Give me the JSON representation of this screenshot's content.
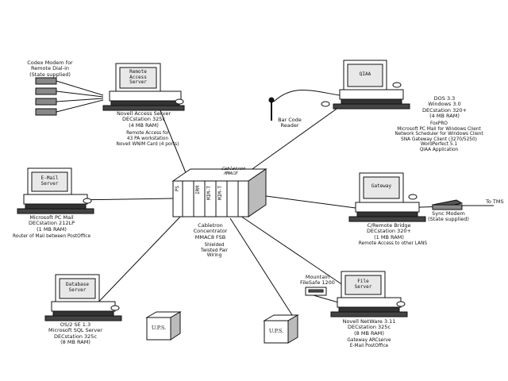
{
  "nodes": {
    "access_server": {
      "screen": [
        "Remote",
        "Access",
        "Server"
      ],
      "lines": [
        "Novell Access Server",
        "DECstation 325c",
        "(4 MB RAM)"
      ],
      "note": [
        "Remote Access for",
        "43 PA workstation",
        "Novell WNIM Card (4 ports)"
      ]
    },
    "codex": {
      "lines": [
        "Codex Modem for",
        "Remote Dial-in",
        "(State supplied)"
      ]
    },
    "bar_code": {
      "lines": [
        "Bar Code",
        "Reader"
      ]
    },
    "qiaa": {
      "screen": [
        "QIAA"
      ],
      "lines": [
        "DOS 3.3",
        "Windows 3.0",
        "DECstation 320+",
        "(4 MB RAM)"
      ],
      "software": [
        "FoxPRO",
        "Microsoft PC Mail for Windows Client",
        "Network Scheduler for Windows Client",
        "SNA Gateway Client (3270/5250)",
        "WordPerfect 5.1",
        "QIAA Application"
      ]
    },
    "mail_server": {
      "screen": [
        "E-Mail",
        "Server"
      ],
      "lines": [
        "Microsoft PC Mail",
        "DECstation 212LP",
        "(1 MB RAM)"
      ],
      "note": [
        "Router of Mail between PostOffice"
      ]
    },
    "concentrator": {
      "top_label": [
        "Cabletron",
        "MMAC8"
      ],
      "modules": [
        "PS",
        "IRM",
        "MIM-T",
        "MIM-T"
      ],
      "lines": [
        "Cabletron",
        "Concentrator",
        "MMAC8 FSB"
      ],
      "note": [
        "Shielded",
        "Twisted Pair",
        "Wiring"
      ]
    },
    "gateway": {
      "screen": [
        "Gateway"
      ],
      "lines": [
        "C/Remote Bridge",
        "DECstation 320+",
        "(1 MB RAM)"
      ],
      "note": [
        "Remote Access to other LANS"
      ]
    },
    "sync_modem": {
      "lines": [
        "Sync Modem",
        "(State supplied)"
      ],
      "line_label": "To TMS"
    },
    "db_server": {
      "screen": [
        "Database",
        "Server"
      ],
      "lines": [
        "OS/2 SE 1.3",
        "Microsoft SQL Server",
        "DECstation 325c",
        "(8 MB RAM)"
      ]
    },
    "ups_left": {
      "label": "U.P.S."
    },
    "mountain": {
      "lines": [
        "Mountain",
        "FileSafe 1200"
      ]
    },
    "ups_right": {
      "label": "U.P.S."
    },
    "file_server": {
      "screen": [
        "File",
        "Server"
      ],
      "lines": [
        "Novell NetWare 3.11",
        "DECstation 325c",
        "(8 MB RAM)"
      ],
      "note": [
        "Gateway ARCserve",
        "E-Mail PostOffice"
      ]
    }
  }
}
